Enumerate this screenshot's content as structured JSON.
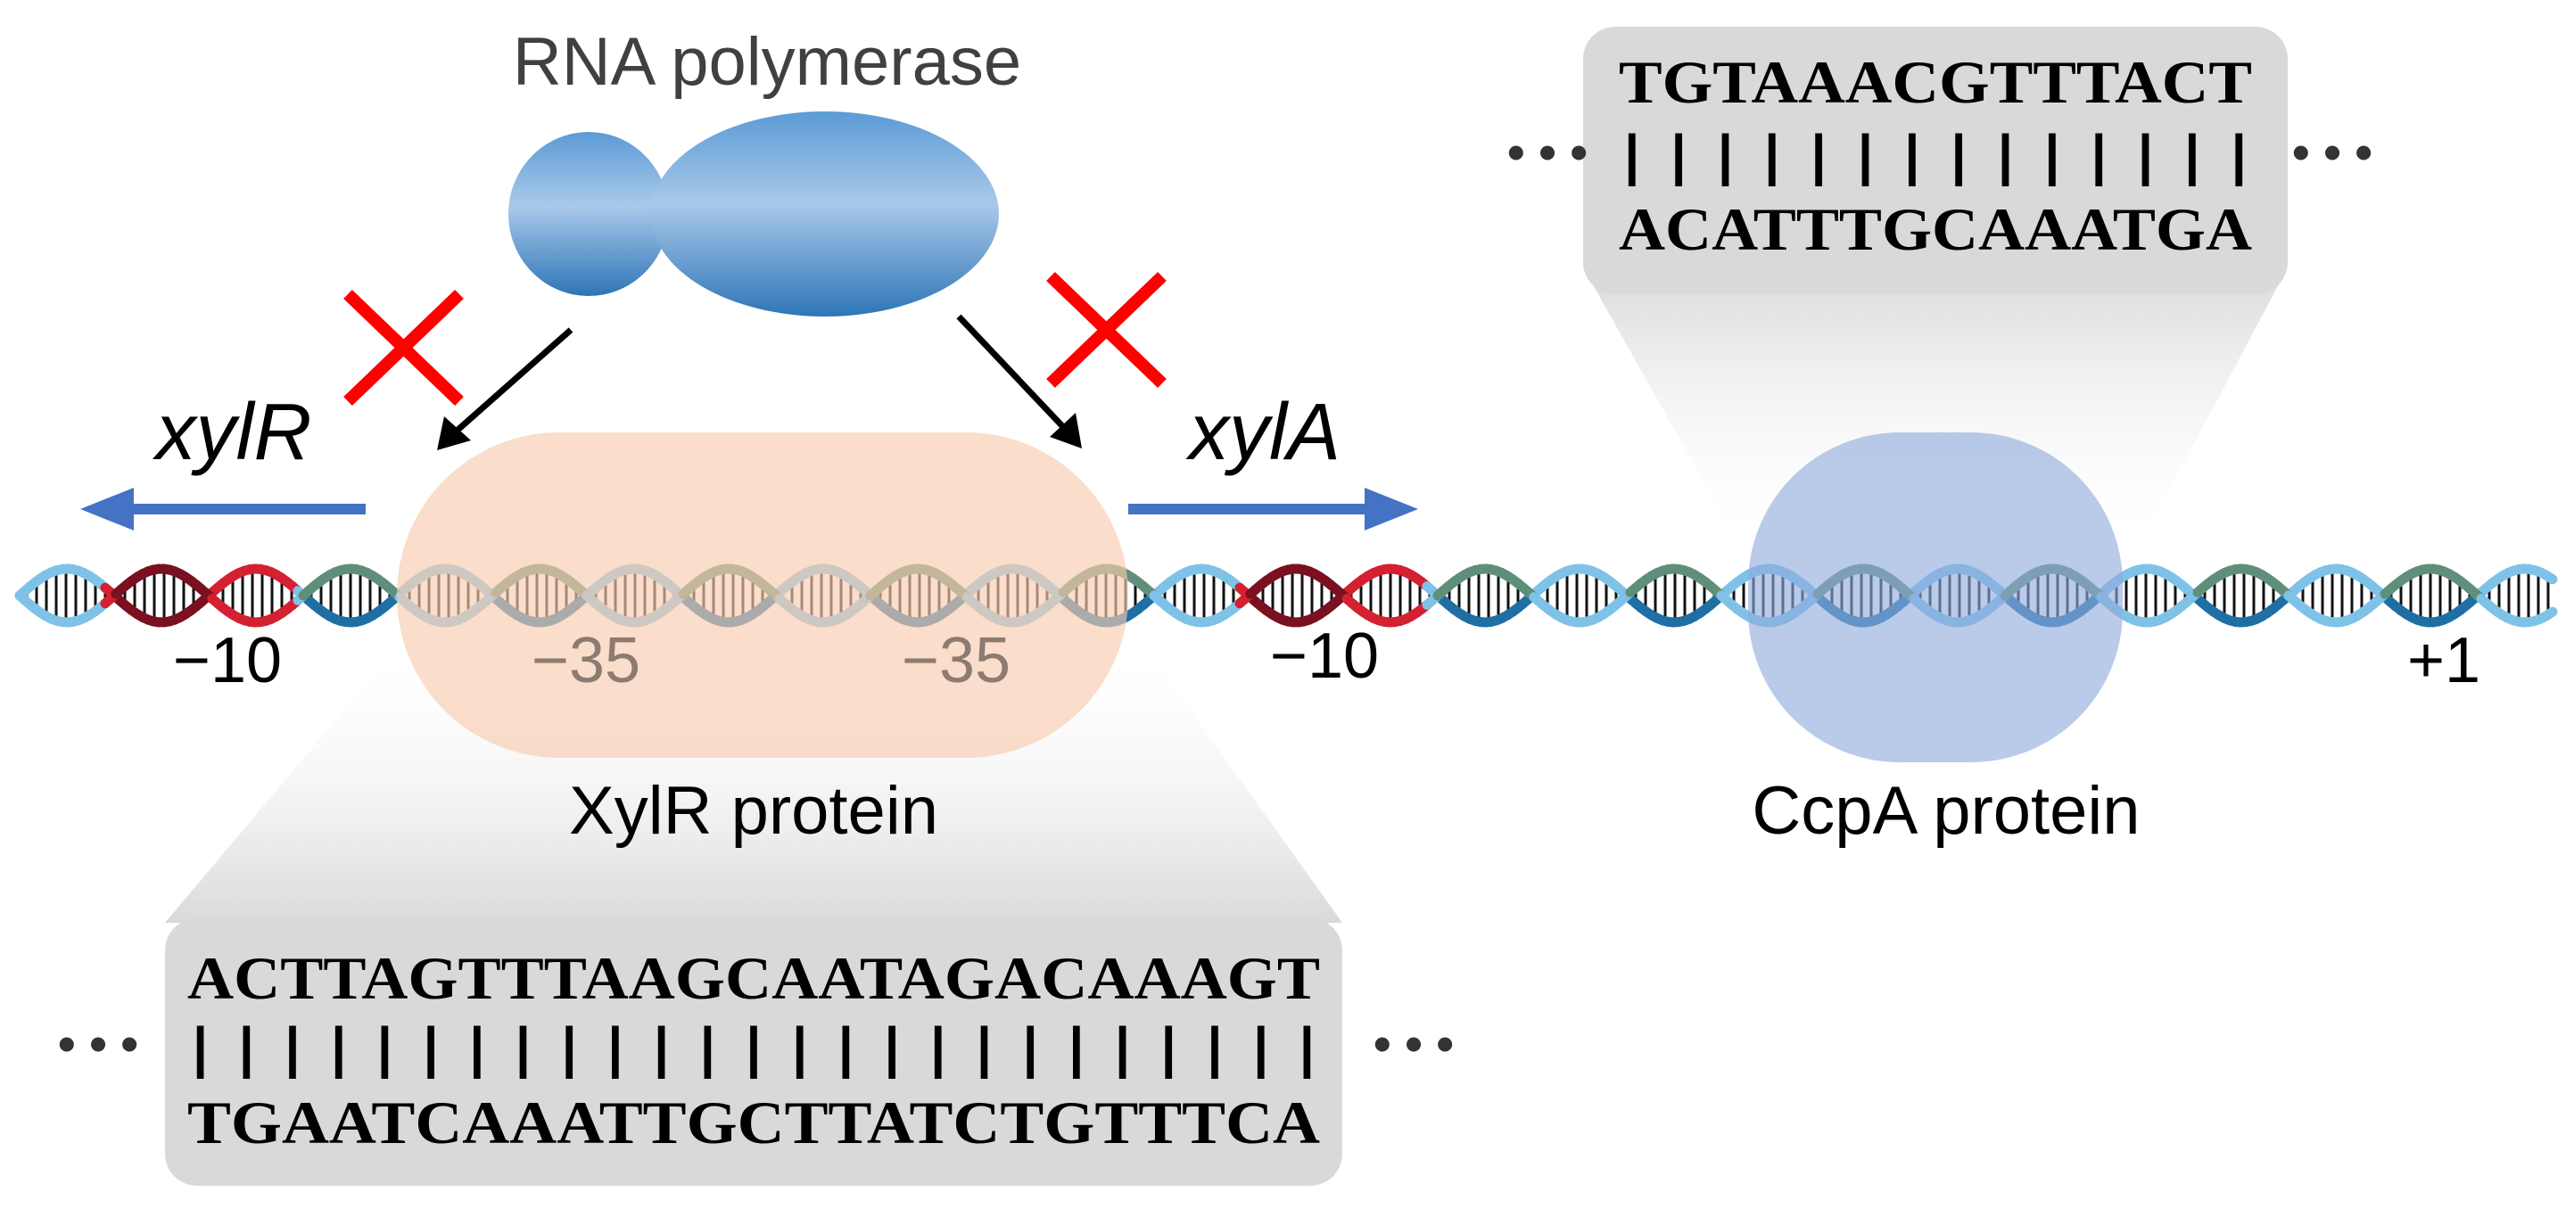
{
  "labels": {
    "rna_polymerase": "RNA polymerase",
    "xylR_gene": "xylR",
    "xylA_gene": "xylA",
    "xylR_protein": "XylR protein",
    "ccpA_protein": "CcpA protein"
  },
  "promoter_positions": {
    "left_minus10": "−10",
    "left_minus35": "−35",
    "right_minus35": "−35",
    "right_minus10": "−10",
    "plus1": "+1"
  },
  "xylR_site": {
    "top_strand": "ACTTAGTTTAAGCAATAGACAAAGT",
    "pair_lines": "| | | | | | | | | | | | | | | | | | | | | | | | |",
    "bottom_strand": "TGAATCAAATTGCTTATCTGTTTCA",
    "ellipsis": "• • •"
  },
  "ccpA_site": {
    "top_strand": "TGTAAACGTTTACT",
    "pair_lines": "| | | | | | | | | | | | | |",
    "bottom_strand": "ACATTTGCAAATGA",
    "ellipsis": "• • •"
  },
  "colors": {
    "polymerase": "#5b9bd5",
    "xylR_protein": "#f8cbad",
    "ccpA_protein": "#8faadc",
    "arrow": "#4472c4",
    "block_cross": "#ff0000",
    "strand_light": "#7fc2e8",
    "strand_dark": "#1f6fa5",
    "strand_green": "#5f8f7a",
    "strand_red": "#d42030"
  },
  "icons": {
    "block": "cross-icon",
    "dna": "double-helix"
  }
}
